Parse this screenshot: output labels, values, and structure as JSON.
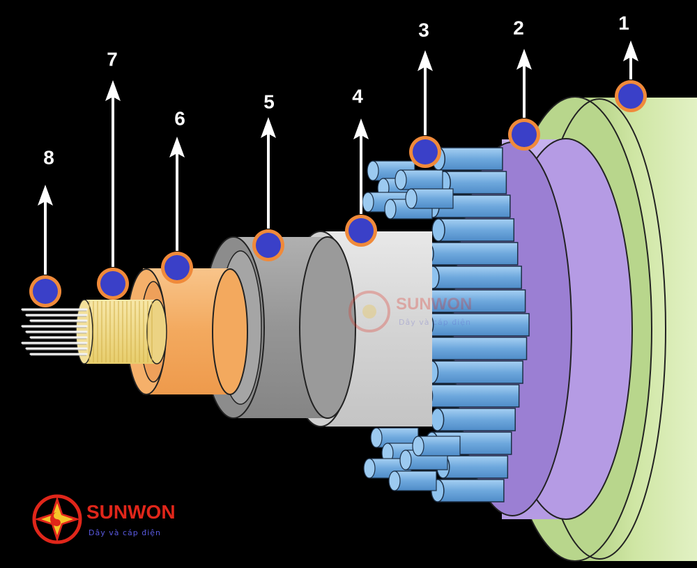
{
  "diagram": {
    "callouts": [
      {
        "number": "1"
      },
      {
        "number": "2"
      },
      {
        "number": "3"
      },
      {
        "number": "4"
      },
      {
        "number": "5"
      },
      {
        "number": "6"
      },
      {
        "number": "7"
      },
      {
        "number": "8"
      }
    ]
  },
  "logo": {
    "brand": "SUNWON",
    "tagline": "Dây và cáp điện"
  },
  "watermark": {
    "brand": "SUNWON",
    "tagline": "Dây và cáp điện"
  },
  "colors": {
    "background": "#000000",
    "outer_jacket": "#cfe6a4",
    "inner_sheath": "#b79fe3",
    "armour_wires": "#7fb6e6",
    "bedding": "#dcdcdc",
    "screen": "#9a9a9a",
    "insulation": "#f6b06a",
    "semiconductor": "#f2dc8a",
    "conductor": "#e8e8e8",
    "marker_fill": "#3a40c8",
    "marker_ring": "#f08a3a",
    "logo_red": "#e0261a"
  }
}
